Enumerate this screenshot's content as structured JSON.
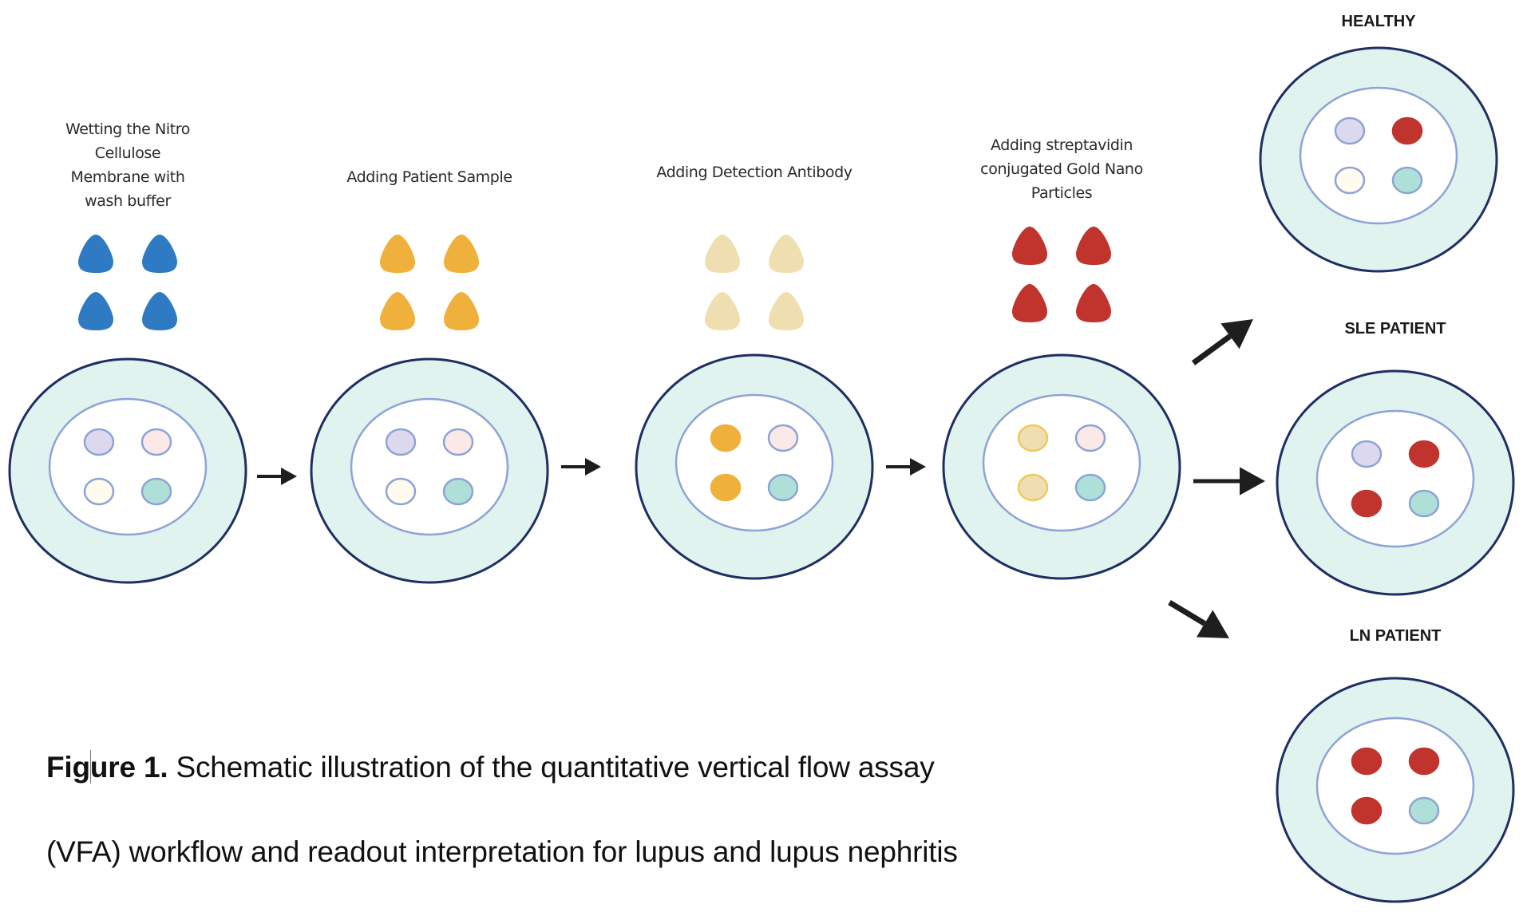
{
  "figure": {
    "steps": [
      {
        "id": "wetting",
        "label_lines": [
          "Wetting the Nitro",
          "Cellulose",
          "Membrane with",
          "wash buffer"
        ],
        "drop_color": "#2e7bc4",
        "spots": [
          {
            "fill": "#dcd9ee",
            "stroke": "#8ea3d6"
          },
          {
            "fill": "#fbe9e7",
            "stroke": "#8ea3d6"
          },
          {
            "fill": "#fffbef",
            "stroke": "#8ea3d6"
          },
          {
            "fill": "#aee0d8",
            "stroke": "#8ea3d6"
          }
        ]
      },
      {
        "id": "patient-sample",
        "label_lines": [
          "Adding Patient Sample"
        ],
        "drop_color": "#f0b03c",
        "spots": [
          {
            "fill": "#dcd9ee",
            "stroke": "#8ea3d6"
          },
          {
            "fill": "#fbe9e7",
            "stroke": "#8ea3d6"
          },
          {
            "fill": "#fffbef",
            "stroke": "#8ea3d6"
          },
          {
            "fill": "#aee0d8",
            "stroke": "#8ea3d6"
          }
        ]
      },
      {
        "id": "detection-antibody",
        "label_lines": [
          "Adding Detection Antibody"
        ],
        "drop_color": "#efdfb0",
        "spots": [
          {
            "fill": "#f0b03c",
            "stroke": "#f0b03c"
          },
          {
            "fill": "#fbe9e7",
            "stroke": "#8ea3d6"
          },
          {
            "fill": "#f0b03c",
            "stroke": "#f0b03c"
          },
          {
            "fill": "#aee0d8",
            "stroke": "#8ea3d6"
          }
        ]
      },
      {
        "id": "gold-nanoparticles",
        "label_lines": [
          "Adding streptavidin",
          "conjugated Gold Nano",
          "Particles"
        ],
        "drop_color": "#c0342d",
        "spots": [
          {
            "fill": "#efdfb0",
            "stroke": "#f0c860"
          },
          {
            "fill": "#fbe9e7",
            "stroke": "#8ea3d6"
          },
          {
            "fill": "#efdfb0",
            "stroke": "#f0c860"
          },
          {
            "fill": "#aee0d8",
            "stroke": "#8ea3d6"
          }
        ]
      }
    ],
    "outcomes": [
      {
        "id": "healthy",
        "label": "HEALTHY",
        "spots": [
          {
            "fill": "#dcd9ee",
            "stroke": "#8ea3d6"
          },
          {
            "fill": "#c0342d",
            "stroke": "#c0342d"
          },
          {
            "fill": "#fffbef",
            "stroke": "#8ea3d6"
          },
          {
            "fill": "#aee0d8",
            "stroke": "#8ea3d6"
          }
        ]
      },
      {
        "id": "sle-patient",
        "label": "SLE PATIENT",
        "spots": [
          {
            "fill": "#dcd9ee",
            "stroke": "#8ea3d6"
          },
          {
            "fill": "#c0342d",
            "stroke": "#c0342d"
          },
          {
            "fill": "#c0342d",
            "stroke": "#c0342d"
          },
          {
            "fill": "#aee0d8",
            "stroke": "#8ea3d6"
          }
        ]
      },
      {
        "id": "ln-patient",
        "label": "LN PATIENT",
        "spots": [
          {
            "fill": "#c0342d",
            "stroke": "#c0342d"
          },
          {
            "fill": "#c0342d",
            "stroke": "#c0342d"
          },
          {
            "fill": "#c0342d",
            "stroke": "#c0342d"
          },
          {
            "fill": "#aee0d8",
            "stroke": "#8ea3d6"
          }
        ]
      }
    ],
    "colors": {
      "membrane_outer_fill": "#e1f3ef",
      "membrane_outer_stroke": "#1f2f63",
      "membrane_inner_fill": "#ffffff",
      "membrane_inner_stroke": "#8ea3d6",
      "arrow": "#1e1e1e"
    }
  },
  "caption": {
    "label_part1": "Fig",
    "label_part2": "ure 1.",
    "line1_text": " Schematic illustration of the quantitative vertical flow assay",
    "line2_text": "(VFA) workflow and readout interpretation for lupus and lupus nephritis"
  }
}
